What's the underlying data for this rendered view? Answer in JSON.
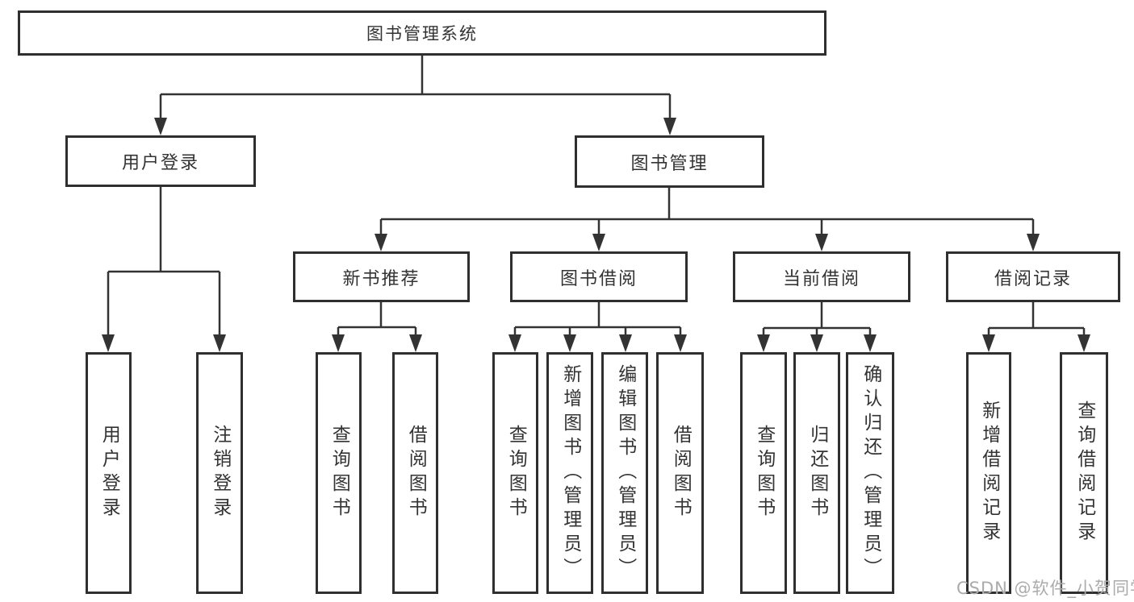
{
  "diagram": {
    "nodes": {
      "root": {
        "label": "图书管理系统"
      },
      "user_login_branch": {
        "label": "用户登录"
      },
      "book_management": {
        "label": "图书管理"
      },
      "new_book_recommend": {
        "label": "新书推荐"
      },
      "book_borrowing": {
        "label": "图书借阅"
      },
      "current_borrowing": {
        "label": "当前借阅"
      },
      "borrowing_records": {
        "label": "借阅记录"
      },
      "user_login": {
        "label": "用户登录"
      },
      "logout": {
        "label": "注销登录"
      },
      "nb_query_books": {
        "label": "查询图书"
      },
      "nb_borrow_books": {
        "label": "借阅图书"
      },
      "bb_query_books": {
        "label": "查询图书"
      },
      "bb_add_books_admin": {
        "label": "新增图书（管理员）"
      },
      "bb_edit_books_admin": {
        "label": "编辑图书（管理员）"
      },
      "bb_borrow_books": {
        "label": "借阅图书"
      },
      "cb_query_books": {
        "label": "查询图书"
      },
      "cb_return_books": {
        "label": "归还图书"
      },
      "cb_confirm_return_admin": {
        "label": "确认归还（管理员）"
      },
      "br_add_record": {
        "label": "新增借阅记录"
      },
      "br_query_record": {
        "label": "查询借阅记录"
      }
    },
    "watermark": {
      "text": "CSDN @软件_小贺同学"
    },
    "colors": {
      "line": "#333333",
      "border": "#2f2f2f",
      "text": "#333333",
      "background": "#ffffff"
    }
  }
}
